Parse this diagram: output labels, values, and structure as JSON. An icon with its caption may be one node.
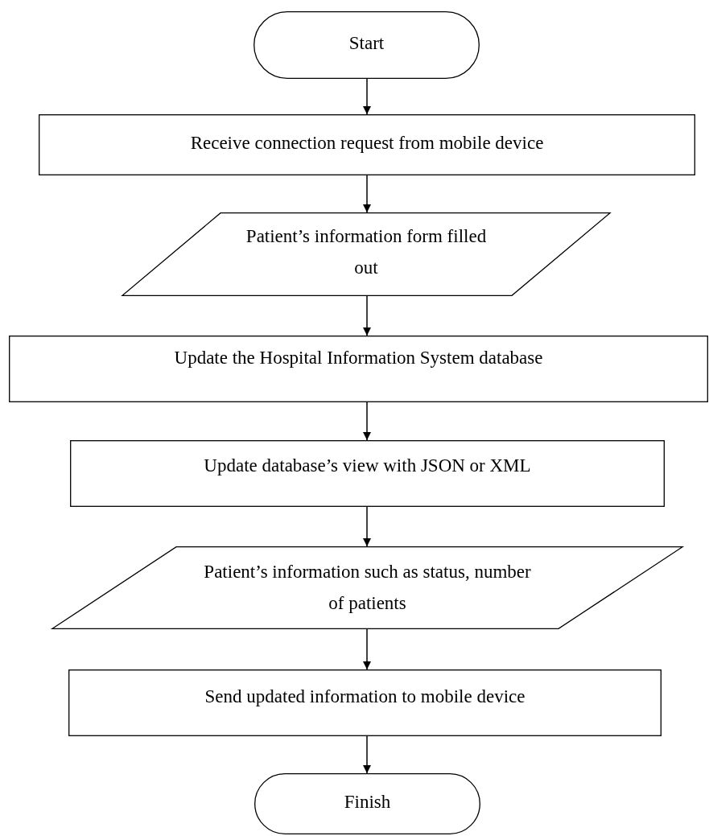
{
  "diagram": {
    "nodes": [
      {
        "text": [
          "Start"
        ]
      },
      {
        "text": [
          "Receive connection request from mobile device"
        ]
      },
      {
        "text": [
          "Patient’s information form filled out"
        ]
      },
      {
        "text": [
          "Update the Hospital Information System database"
        ]
      },
      {
        "text": [
          "Update database’s view with JSON or XML"
        ]
      },
      {
        "text": [
          "Patient’s information such as status, number of patients"
        ]
      },
      {
        "text": [
          "Send updated information to mobile device"
        ]
      },
      {
        "text": [
          "Finish"
        ]
      }
    ],
    "edges": [
      {
        "from": 0,
        "to": 1,
        "arrow": "to"
      },
      {
        "from": 1,
        "to": 2,
        "arrow": "to"
      },
      {
        "from": 2,
        "to": 3,
        "arrow": "to"
      },
      {
        "from": 3,
        "to": 4,
        "arrow": "to"
      },
      {
        "from": 4,
        "to": 5,
        "arrow": "to"
      },
      {
        "from": 5,
        "to": 6,
        "arrow": "to"
      },
      {
        "from": 6,
        "to": 7,
        "arrow": "to"
      }
    ]
  }
}
